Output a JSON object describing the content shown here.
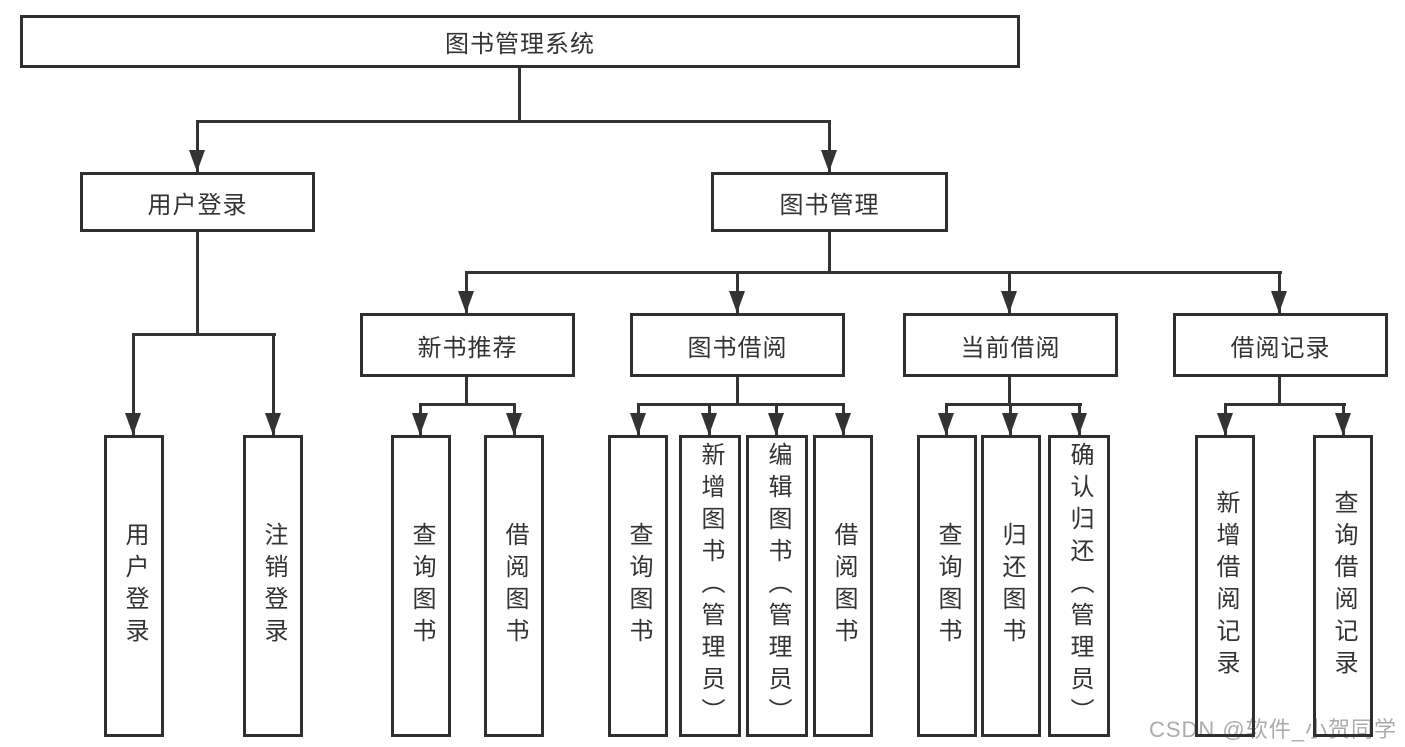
{
  "diagram_title": "图书管理系统",
  "tree": {
    "root": {
      "label": "图书管理系统"
    },
    "level2": [
      {
        "label": "用户登录",
        "children": [
          {
            "label": "用户登录"
          },
          {
            "label": "注销登录"
          }
        ]
      },
      {
        "label": "图书管理",
        "children": [
          {
            "label": "新书推荐",
            "children": [
              {
                "label": "查询图书"
              },
              {
                "label": "借阅图书"
              }
            ]
          },
          {
            "label": "图书借阅",
            "children": [
              {
                "label": "查询图书"
              },
              {
                "label": "新增图书（管理员）"
              },
              {
                "label": "编辑图书（管理员）"
              },
              {
                "label": "借阅图书"
              }
            ]
          },
          {
            "label": "当前借阅",
            "children": [
              {
                "label": "查询图书"
              },
              {
                "label": "归还图书"
              },
              {
                "label": "确认归还（管理员）"
              }
            ]
          },
          {
            "label": "借阅记录",
            "children": [
              {
                "label": "新增借阅记录"
              },
              {
                "label": "查询借阅记录"
              }
            ]
          }
        ]
      }
    ]
  },
  "watermark": {
    "text": "CSDN @软件_小贺同学"
  },
  "colors": {
    "line": "#333333",
    "border": "#2f2f2f",
    "fill": "#ffffff",
    "text": "#333333",
    "watermark": "#ababab",
    "background": "#ffffff"
  }
}
